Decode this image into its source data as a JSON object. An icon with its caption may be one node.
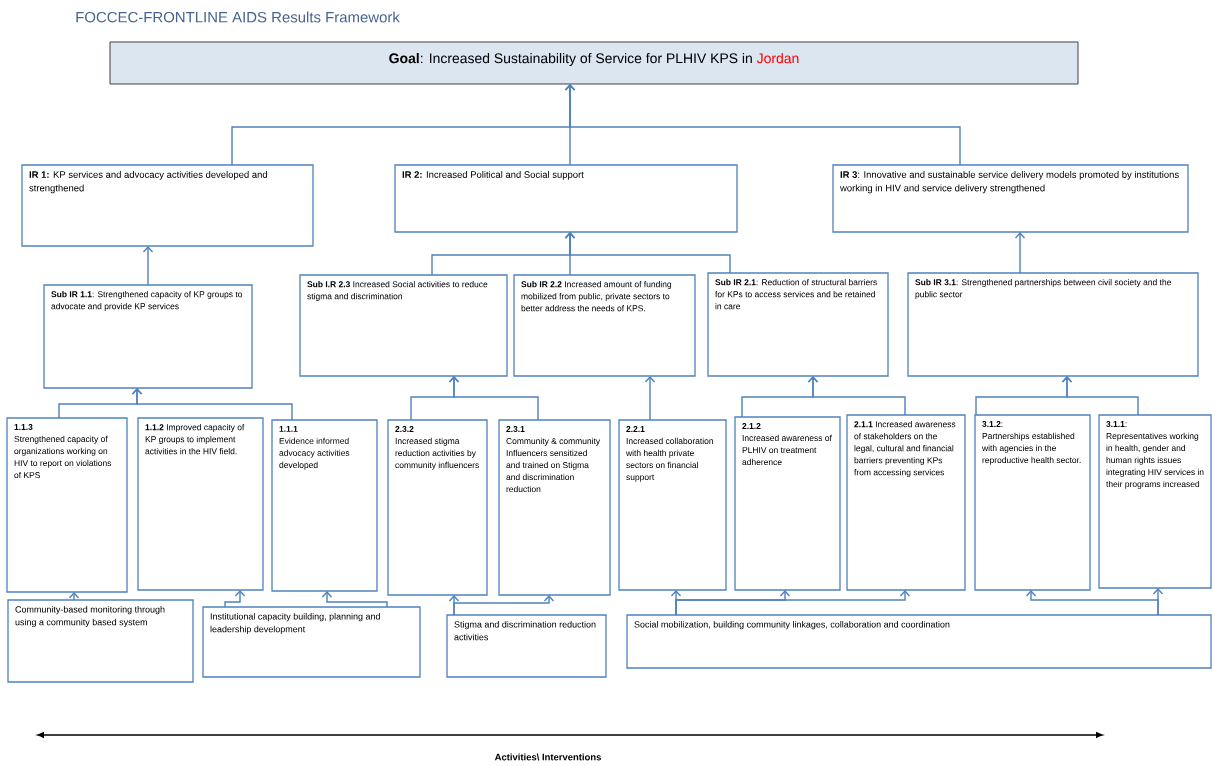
{
  "diagram": {
    "title": "FOCCEC-FRONTLINE AIDS Results Framework",
    "nodes": [
      {
        "text": [
          "**Goal**: Increased Sustainability of Service for PLHIV KPS in",
          "Jordan"
        ]
      },
      {
        "text": [
          "**IR 1:** KP services and advocacy activities developed and strengthened"
        ]
      },
      {
        "text": [
          "**IR 2:** Increased Political and Social support"
        ]
      },
      {
        "text": [
          "**IR 3**: Innovative and sustainable service delivery models promoted by institutions working in HIV and service delivery strengthened"
        ]
      },
      {
        "text": [
          "**Sub IR 1.1**: Strengthened capacity of KP groups to advocate and provide KP services"
        ]
      },
      {
        "text": [
          "**Sub I.R 2.3** Increased Social activities to reduce stigma and discrimination"
        ]
      },
      {
        "text": [
          "**Sub IR 2.2** Increased amount of funding mobilized from public, private sectors to better address the needs of KPS."
        ]
      },
      {
        "text": [
          "**Sub IR 2.1**: Reduction of structural barriers for KPs to access services and be retained in care"
        ]
      },
      {
        "text": [
          "**Sub IR 3.1**: Strengthened partnerships between civil society and the public sector"
        ]
      },
      {
        "text": [
          "1.1.3",
          "Strengthened capacity of organizations working on HIV to report on violations of KPS"
        ]
      },
      {
        "text": [
          "**1.1.2** Improved capacity of KP groups to implement activities in the HIV field."
        ]
      },
      {
        "text": [
          "1.1.1",
          "Evidence informed advocacy activities developed"
        ]
      },
      {
        "text": [
          "2.3.2",
          "Increased stigma reduction activities by community influencers"
        ]
      },
      {
        "text": [
          "2.3.1",
          "Community & community Influencers sensitized and trained on Stigma and discrimination reduction"
        ]
      },
      {
        "text": [
          "2.2.1",
          "Increased collaboration with health private sectors on financial support"
        ]
      },
      {
        "text": [
          "2.1.2",
          "Increased awareness of PLHIV on treatment adherence"
        ]
      },
      {
        "text": [
          "**2.1.1** Increased awareness of stakeholders on the legal, cultural and financial barriers preventing KPs from accessing services"
        ]
      },
      {
        "text": [
          "**3.1.2**:",
          "Partnerships established with agencies in the reproductive health sector."
        ]
      },
      {
        "text": [
          "**3.1.1**:",
          "Representatives working in health, gender and human rights issues integrating HIV services in their programs increased"
        ]
      },
      {
        "text": [
          "Community-based monitoring through using a community based system"
        ]
      },
      {
        "text": [
          "Institutional capacity building, planning and leadership development"
        ]
      },
      {
        "text": [
          "Stigma and discrimination reduction activities"
        ]
      },
      {
        "text": [
          "Social mobilization, building community linkages, collaboration and coordination"
        ]
      }
    ],
    "edges": [
      {
        "from": 1,
        "to": 0,
        "arrow": "to"
      },
      {
        "from": 2,
        "to": 0,
        "arrow": "to"
      },
      {
        "from": 3,
        "to": 0,
        "arrow": "to"
      },
      {
        "from": 4,
        "to": 1,
        "arrow": "to"
      },
      {
        "from": 5,
        "to": 2,
        "arrow": "to"
      },
      {
        "from": 6,
        "to": 2,
        "arrow": "to"
      },
      {
        "from": 7,
        "to": 2,
        "arrow": "to"
      },
      {
        "from": 8,
        "to": 3,
        "arrow": "to"
      },
      {
        "from": 9,
        "to": 4,
        "arrow": "to"
      },
      {
        "from": 11,
        "to": 4,
        "arrow": "to"
      },
      {
        "from": 12,
        "to": 5,
        "arrow": "to"
      },
      {
        "from": 13,
        "to": 5,
        "arrow": "to"
      },
      {
        "from": 14,
        "to": 6,
        "arrow": "to"
      },
      {
        "from": 15,
        "to": 7,
        "arrow": "to"
      },
      {
        "from": 16,
        "to": 7,
        "arrow": "to"
      },
      {
        "from": 17,
        "to": 8,
        "arrow": "to"
      },
      {
        "from": 18,
        "to": 8,
        "arrow": "to"
      },
      {
        "from": 19,
        "to": 9,
        "arrow": "to"
      },
      {
        "from": 20,
        "to": 10,
        "arrow": "to"
      },
      {
        "from": 20,
        "to": 11,
        "arrow": "to"
      },
      {
        "from": 21,
        "to": 12,
        "arrow": "to"
      },
      {
        "from": 21,
        "to": 13,
        "arrow": "to"
      },
      {
        "from": 22,
        "to": 14,
        "arrow": "to"
      },
      {
        "from": 22,
        "to": 15,
        "arrow": "to"
      },
      {
        "from": 22,
        "to": 16,
        "arrow": "to"
      },
      {
        "from": 22,
        "to": 17,
        "arrow": "to"
      },
      {
        "from": 22,
        "to": 18,
        "arrow": "to"
      }
    ],
    "labels": [
      "Activities\\ Interventions"
    ]
  }
}
